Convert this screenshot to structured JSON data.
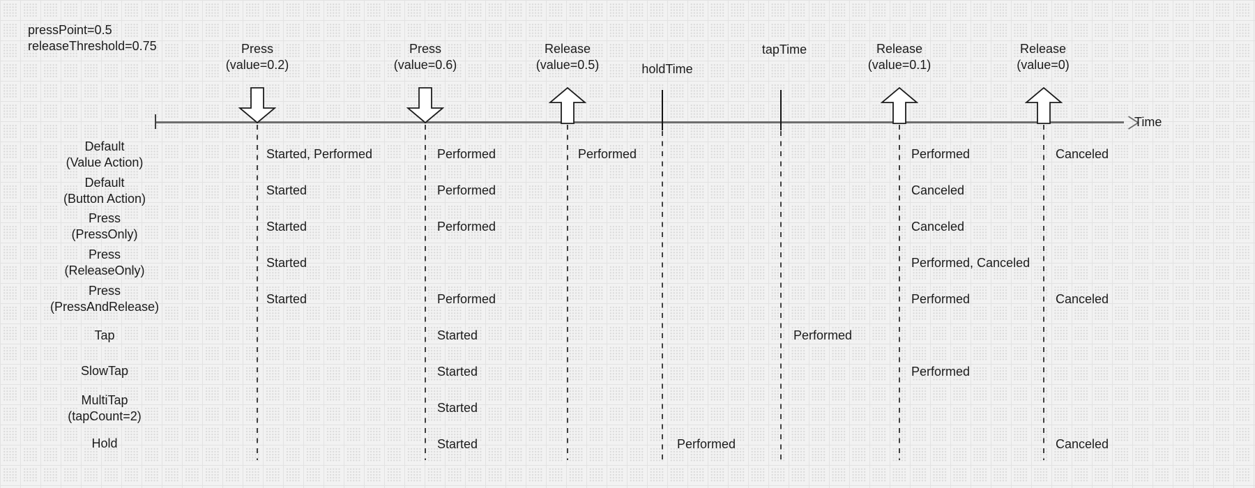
{
  "note": {
    "line1": "pressPoint=0.5",
    "line2": "releaseThreshold=0.75"
  },
  "timeline": {
    "axis_label": "Time"
  },
  "events": [
    {
      "id": "press-0.2",
      "marker": "arrow-down",
      "label_line1": "Press",
      "label_line2": "(value=0.2)"
    },
    {
      "id": "press-0.6",
      "marker": "arrow-down",
      "label_line1": "Press",
      "label_line2": "(value=0.6)"
    },
    {
      "id": "release-0.5",
      "marker": "arrow-up",
      "label_line1": "Release",
      "label_line2": "(value=0.5)"
    },
    {
      "id": "hold-time",
      "marker": "tick",
      "label_line1": "holdTime"
    },
    {
      "id": "tap-time",
      "marker": "tick",
      "label_line1": "tapTime"
    },
    {
      "id": "release-0.1",
      "marker": "arrow-up",
      "label_line1": "Release",
      "label_line2": "(value=0.1)"
    },
    {
      "id": "release-0",
      "marker": "arrow-up",
      "label_line1": "Release",
      "label_line2": "(value=0)"
    }
  ],
  "rows": [
    {
      "id": "default-value-action",
      "label_line1": "Default",
      "label_line2": "(Value Action)"
    },
    {
      "id": "default-button-action",
      "label_line1": "Default",
      "label_line2": "(Button Action)"
    },
    {
      "id": "press-pressonly",
      "label_line1": "Press",
      "label_line2": "(PressOnly)"
    },
    {
      "id": "press-releaseonly",
      "label_line1": "Press",
      "label_line2": "(ReleaseOnly)"
    },
    {
      "id": "press-pressandrelease",
      "label_line1": "Press",
      "label_line2": "(PressAndRelease)"
    },
    {
      "id": "tap",
      "label_line1": "Tap"
    },
    {
      "id": "slowtap",
      "label_line1": "SlowTap"
    },
    {
      "id": "multitap",
      "label_line1": "MultiTap",
      "label_line2": "(tapCount=2)"
    },
    {
      "id": "hold",
      "label_line1": "Hold"
    }
  ],
  "cells": [
    {
      "row": "default-value-action",
      "event": "press-0.2",
      "text": "Started, Performed"
    },
    {
      "row": "default-value-action",
      "event": "press-0.6",
      "text": "Performed"
    },
    {
      "row": "default-value-action",
      "event": "release-0.5",
      "text": "Performed"
    },
    {
      "row": "default-value-action",
      "event": "release-0.1",
      "text": "Performed"
    },
    {
      "row": "default-value-action",
      "event": "release-0",
      "text": "Canceled"
    },
    {
      "row": "default-button-action",
      "event": "press-0.2",
      "text": "Started"
    },
    {
      "row": "default-button-action",
      "event": "press-0.6",
      "text": "Performed"
    },
    {
      "row": "default-button-action",
      "event": "release-0.1",
      "text": "Canceled"
    },
    {
      "row": "press-pressonly",
      "event": "press-0.2",
      "text": "Started"
    },
    {
      "row": "press-pressonly",
      "event": "press-0.6",
      "text": "Performed"
    },
    {
      "row": "press-pressonly",
      "event": "release-0.1",
      "text": "Canceled"
    },
    {
      "row": "press-releaseonly",
      "event": "press-0.2",
      "text": "Started"
    },
    {
      "row": "press-releaseonly",
      "event": "release-0.1",
      "text": "Performed, Canceled"
    },
    {
      "row": "press-pressandrelease",
      "event": "press-0.2",
      "text": "Started"
    },
    {
      "row": "press-pressandrelease",
      "event": "press-0.6",
      "text": "Performed"
    },
    {
      "row": "press-pressandrelease",
      "event": "release-0.1",
      "text": "Performed"
    },
    {
      "row": "press-pressandrelease",
      "event": "release-0",
      "text": "Canceled"
    },
    {
      "row": "tap",
      "event": "press-0.6",
      "text": "Started"
    },
    {
      "row": "tap",
      "event": "tap-time",
      "text": "Performed"
    },
    {
      "row": "slowtap",
      "event": "press-0.6",
      "text": "Started"
    },
    {
      "row": "slowtap",
      "event": "release-0.1",
      "text": "Performed"
    },
    {
      "row": "multitap",
      "event": "press-0.6",
      "text": "Started"
    },
    {
      "row": "hold",
      "event": "press-0.6",
      "text": "Started"
    },
    {
      "row": "hold",
      "event": "hold-time",
      "text": "Performed"
    },
    {
      "row": "hold",
      "event": "release-0",
      "text": "Canceled"
    }
  ],
  "colors": {
    "background": "#f2f2f2",
    "grid_line": "#e2e2e2",
    "grid_dot": "#dadada",
    "axis_gray": "#6e6e6e",
    "ink": "#1b1b1b",
    "dash": "#3f3f3f",
    "arrow_fill": "#ffffff"
  }
}
